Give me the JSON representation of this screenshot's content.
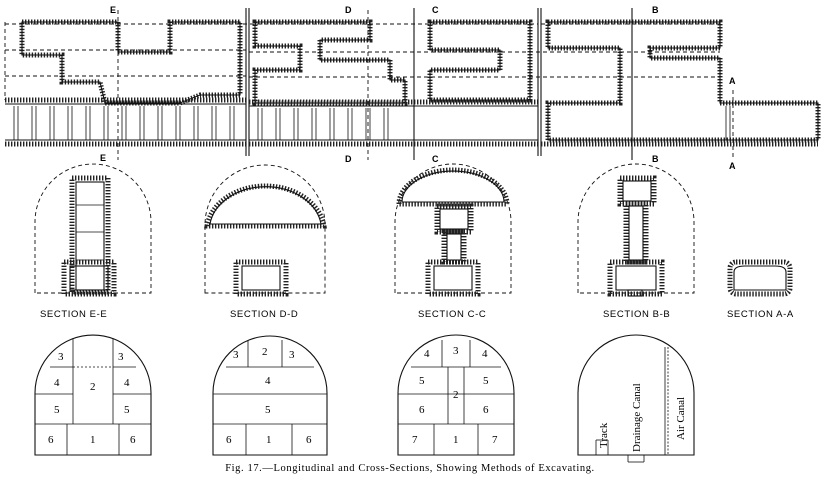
{
  "figure": {
    "caption": "Fig. 17.—Longitudinal and Cross-Sections, Showing Methods of Excavating."
  },
  "cut_markers": {
    "top": [
      "E",
      "D",
      "C",
      "B"
    ],
    "bottom": [
      "E",
      "D",
      "C",
      "B"
    ],
    "a_top": "A",
    "a_bottom": "A"
  },
  "sections": [
    {
      "label": "SECTION E-E"
    },
    {
      "label": "SECTION D-D"
    },
    {
      "label": "SECTION C-C"
    },
    {
      "label": "SECTION B-B"
    },
    {
      "label": "SECTION A-A"
    }
  ],
  "schemes": {
    "ee": [
      "3",
      "3",
      "4",
      "2",
      "4",
      "5",
      "5",
      "6",
      "1",
      "6"
    ],
    "dd": [
      "3",
      "2",
      "3",
      "4",
      "5",
      "6",
      "1",
      "6"
    ],
    "cc": [
      "4",
      "3",
      "4",
      "5",
      "5",
      "2",
      "6",
      "6",
      "7",
      "1",
      "7"
    ],
    "bb": [
      "Track",
      "Drainage Canal",
      "Air Canal"
    ]
  }
}
